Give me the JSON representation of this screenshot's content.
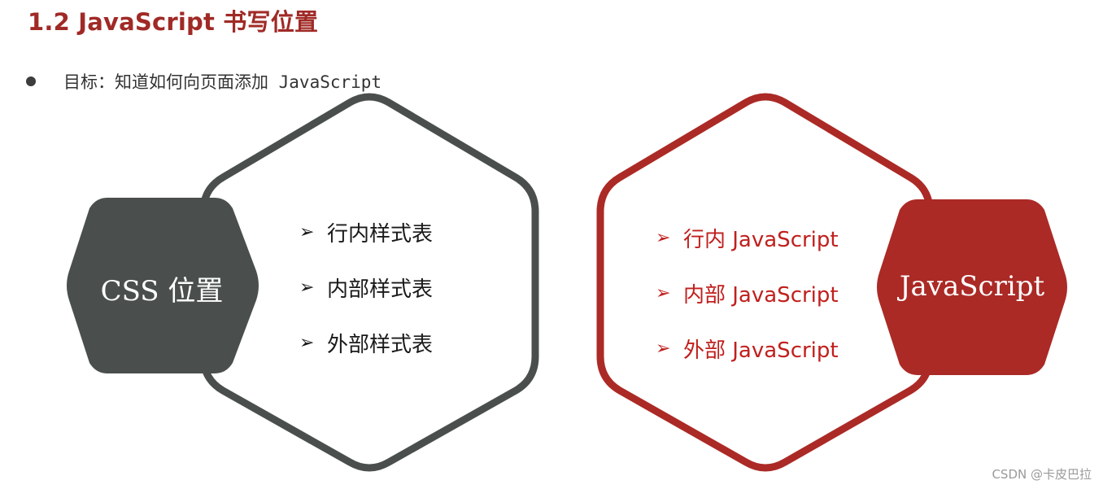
{
  "title": "1.2 JavaScript 书写位置",
  "goal": "目标：知道如何向页面添加 JavaScript",
  "left_group": {
    "label": "CSS 位置",
    "items": [
      "行内样式表",
      "内部样式表",
      "外部样式表"
    ]
  },
  "right_group": {
    "label": "JavaScript",
    "items": [
      "行内 JavaScript",
      "内部 JavaScript",
      "外部 JavaScript"
    ]
  },
  "arrow_glyph": "➢",
  "watermark": "CSDN @卡皮巴拉",
  "colors": {
    "title": "#a02a26",
    "dark_hex": "#4a4f4e",
    "red_hex": "#ab2a26",
    "red_text": "#c0201d"
  }
}
